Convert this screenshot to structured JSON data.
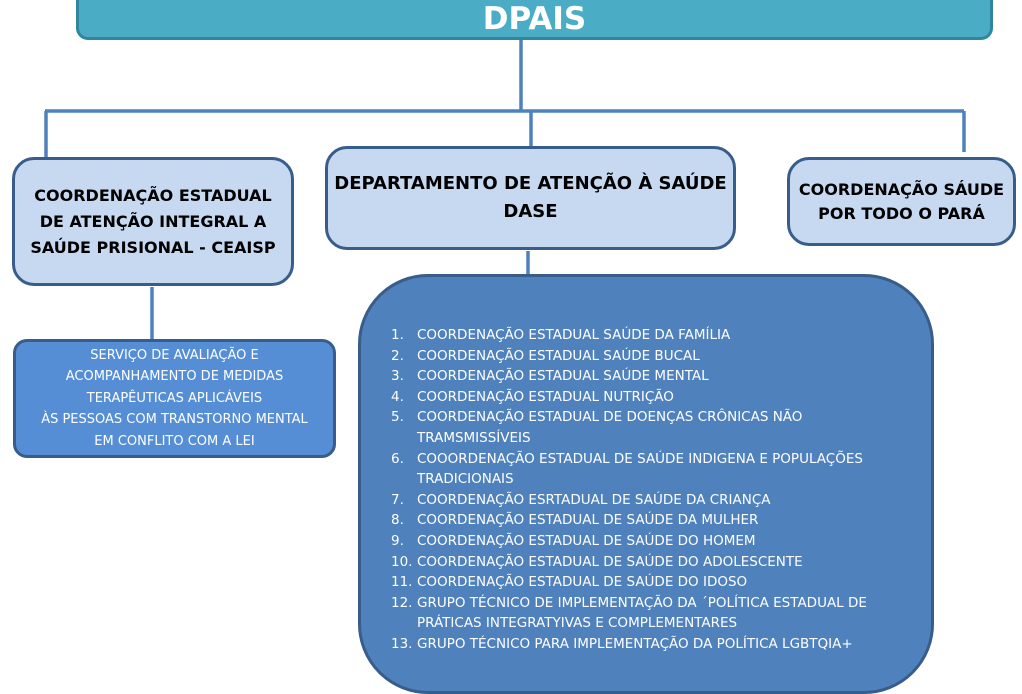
{
  "top": {
    "title": "DPAIS"
  },
  "boxes": {
    "ceaisp": "COORDENAÇÃO ESTADUAL\nDE ATENÇÃO INTEGRAL A\nSAÚDE PRISIONAL - CEAISP",
    "dase": "DEPARTAMENTO DE ATENÇÃO À SAÚDE\nDASE",
    "todo": "COORDENAÇÃO SÁUDE\nPOR TODO O PARÁ",
    "service": "SERVIÇO DE AVALIAÇÃO E\nACOMPANHAMENTO DE MEDIDAS\nTERAPÊUTICAS APLICÁVEIS\nÀS PESSOAS COM TRANSTORNO MENTAL\nEM CONFLITO COM A LEI"
  },
  "list": [
    {
      "num": "1.",
      "text": "COORDENAÇÃO ESTADUAL SAÚDE DA FAMÍLIA"
    },
    {
      "num": "2.",
      "text": " COORDENAÇÃO ESTADUAL SAÚDE BUCAL"
    },
    {
      "num": "3.",
      "text": "COORDENAÇÃO ESTADUAL  SAÚDE MENTAL"
    },
    {
      "num": "4.",
      "text": "COORDENAÇÃO ESTADUAL NUTRIÇÃO"
    },
    {
      "num": "5.",
      "text": "COORDENAÇÃO ESTADUAL DE DOENÇAS CRÔNICAS NÃO TRAMSMISSÍVEIS"
    },
    {
      "num": "6.",
      "text": "COOORDENAÇÃO ESTADUAL DE SAÚDE INDIGENA E POPULAÇÕES TRADICIONAIS"
    },
    {
      "num": "7.",
      "text": "COORDENAÇÃO ESRTADUAL DE SAÚDE DA CRIANÇA"
    },
    {
      "num": "8.",
      "text": "COORDENAÇÃO ESTADUAL DE SAÚDE DA MULHER"
    },
    {
      "num": "9.",
      "text": "COORDENAÇÃO ESTADUAL DE SAÚDE DO HOMEM"
    },
    {
      "num": "10.",
      "text": "COORDENAÇÃO ESTADUAL DE SAÚDE DO ADOLESCENTE"
    },
    {
      "num": "11.",
      "text": "COORDENAÇÃO ESTADUAL DE SAÚDE DO IDOSO"
    },
    {
      "num": "12.",
      "text": "GRUPO TÉCNICO DE IMPLEMENTAÇÃO DA ´POLÍTICA ESTADUAL DE PRÁTICAS INTEGRATYIVAS E COMPLEMENTARES"
    },
    {
      "num": "13.",
      "text": "GRUPO TÉCNICO PARA IMPLEMENTAÇÃO DA POLÍTICA LGBTQIA+"
    }
  ],
  "colors": {
    "top_fill": "#4bacc6",
    "light_fill": "#c6d9f1",
    "service_fill": "#558ed5",
    "list_fill": "#4f81bd",
    "border": "#385d8a"
  }
}
